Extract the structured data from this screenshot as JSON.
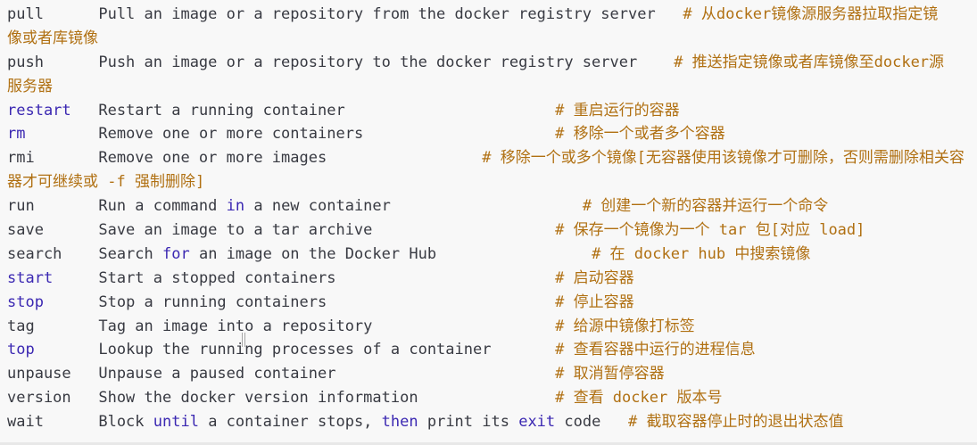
{
  "colors": {
    "background": "#f8f8f8",
    "text": "#383a42",
    "keyword": "#3b28b2",
    "comment": "#b07012"
  },
  "lines": [
    [
      {
        "t": "pull      Pull an image or a repository from the docker registry server   "
      },
      {
        "t": "# 从docker镜像源服务器拉取指定镜",
        "c": "cm"
      }
    ],
    [
      {
        "t": "像或者库镜像",
        "c": "cm"
      }
    ],
    [
      {
        "t": "push      Push an image or a repository to the docker registry server    "
      },
      {
        "t": "# 推送指定镜像或者库镜像至docker源",
        "c": "cm"
      }
    ],
    [
      {
        "t": "服务器",
        "c": "cm"
      }
    ],
    [
      {
        "t": "restart",
        "c": "kw"
      },
      {
        "t": "   Restart a running container                       "
      },
      {
        "t": "# 重启运行的容器",
        "c": "cm"
      }
    ],
    [
      {
        "t": "rm",
        "c": "kw"
      },
      {
        "t": "        Remove one or more containers                     "
      },
      {
        "t": "# 移除一个或者多个容器",
        "c": "cm"
      }
    ],
    [
      {
        "t": "rmi       Remove one or more images                 "
      },
      {
        "t": "# 移除一个或多个镜像[无容器使用该镜像才可删除，否则需删除相关容",
        "c": "cm"
      }
    ],
    [
      {
        "t": "器才可继续或 -f 强制删除]",
        "c": "cm"
      }
    ],
    [
      {
        "t": "run       Run a command "
      },
      {
        "t": "in",
        "c": "kw"
      },
      {
        "t": " a new container                     "
      },
      {
        "t": "# 创建一个新的容器并运行一个命令",
        "c": "cm"
      }
    ],
    [
      {
        "t": "save      Save an image to a tar archive                    "
      },
      {
        "t": "# 保存一个镜像为一个 tar 包[对应 load]",
        "c": "cm"
      }
    ],
    [
      {
        "t": "search    Search "
      },
      {
        "t": "for",
        "c": "kw"
      },
      {
        "t": " an image on the Docker Hub                 "
      },
      {
        "t": "# 在 docker hub 中搜索镜像",
        "c": "cm"
      }
    ],
    [
      {
        "t": "start",
        "c": "kw"
      },
      {
        "t": "     Start a stopped containers                        "
      },
      {
        "t": "# 启动容器",
        "c": "cm"
      }
    ],
    [
      {
        "t": "stop",
        "c": "kw"
      },
      {
        "t": "      Stop a running containers                         "
      },
      {
        "t": "# 停止容器",
        "c": "cm"
      }
    ],
    [
      {
        "t": "tag       Tag an image into a repository                    "
      },
      {
        "t": "# 给源中镜像打标签",
        "c": "cm"
      }
    ],
    [
      {
        "t": "top",
        "c": "kw"
      },
      {
        "t": "       Lookup the running processes of a container       "
      },
      {
        "t": "# 查看容器中运行的进程信息",
        "c": "cm"
      }
    ],
    [
      {
        "t": "unpause   Unpause a paused container                        "
      },
      {
        "t": "# 取消暂停容器",
        "c": "cm"
      }
    ],
    [
      {
        "t": "version   Show the docker version information               "
      },
      {
        "t": "# 查看 docker 版本号",
        "c": "cm"
      }
    ],
    [
      {
        "t": "wait      Block "
      },
      {
        "t": "until",
        "c": "kw"
      },
      {
        "t": " a container stops, "
      },
      {
        "t": "then",
        "c": "kw"
      },
      {
        "t": " print its "
      },
      {
        "t": "exit",
        "c": "kw"
      },
      {
        "t": " code   "
      },
      {
        "t": "# 截取容器停止时的退出状态值",
        "c": "cm"
      }
    ]
  ]
}
